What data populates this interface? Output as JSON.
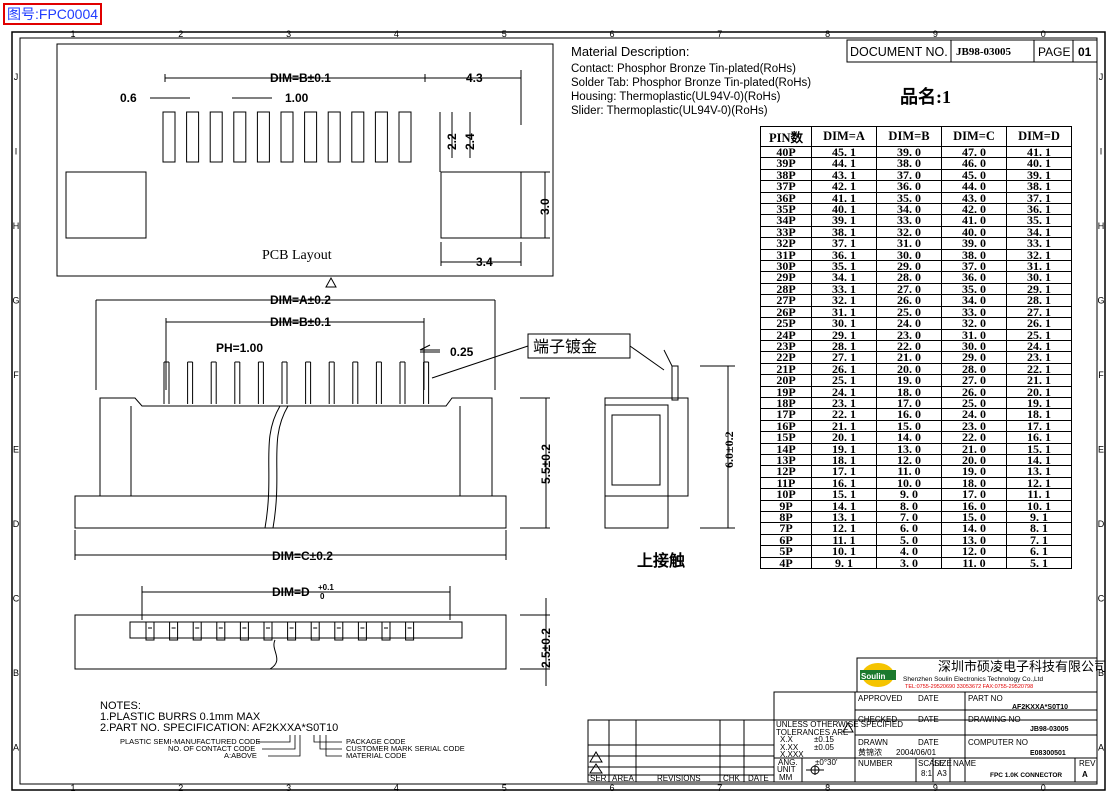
{
  "top_label": "图号:FPC0004",
  "material": {
    "heading": "Material Description:",
    "contact": "Contact: Phosphor Bronze Tin-plated(RoHs)",
    "solder_tab": "Solder Tab: Phosphor Bronze Tin-plated(RoHs)",
    "housing": "Housing: Thermoplastic(UL94V-0)(RoHs)",
    "slider": "Slider: Thermoplastic(UL94V-0)(RoHs)"
  },
  "doc_header": {
    "doc_label": "DOCUMENT NO.",
    "doc_value": "JB98-03005",
    "page_label": "PAGE",
    "page_value": "01"
  },
  "product_name": "品名:1",
  "pcb": {
    "title": "PCB Layout",
    "dim_b": "DIM=B±0.1",
    "dim_43": "4.3",
    "dim_06": "0.6",
    "dim_100": "1.00",
    "dim_22": "2.2",
    "dim_24": "2.4",
    "dim_30": "3.0",
    "dim_34": "3.4"
  },
  "front": {
    "dim_a": "DIM=A±0.2",
    "dim_b": "DIM=B±0.1",
    "ph": "PH=1.00",
    "dim_025": "0.25",
    "dim_55": "5.5±0.2",
    "dim_c": "DIM=C±0.2",
    "callout": "端子镀金"
  },
  "side": {
    "dim_60": "6.0±0.2",
    "label": "上接触"
  },
  "bottom": {
    "dim_d": "DIM=D",
    "tol_plus": "+0.1",
    "tol_minus": "0",
    "dim_25": "2.5±0.2"
  },
  "table": {
    "headers": [
      "PIN数",
      "DIM=A",
      "DIM=B",
      "DIM=C",
      "DIM=D"
    ],
    "rows": [
      [
        "40P",
        "45. 1",
        "39. 0",
        "47. 0",
        "41. 1"
      ],
      [
        "39P",
        "44. 1",
        "38. 0",
        "46. 0",
        "40. 1"
      ],
      [
        "38P",
        "43. 1",
        "37. 0",
        "45. 0",
        "39. 1"
      ],
      [
        "37P",
        "42. 1",
        "36. 0",
        "44. 0",
        "38. 1"
      ],
      [
        "36P",
        "41. 1",
        "35. 0",
        "43. 0",
        "37. 1"
      ],
      [
        "35P",
        "40. 1",
        "34. 0",
        "42. 0",
        "36. 1"
      ],
      [
        "34P",
        "39. 1",
        "33. 0",
        "41. 0",
        "35. 1"
      ],
      [
        "33P",
        "38. 1",
        "32. 0",
        "40. 0",
        "34. 1"
      ],
      [
        "32P",
        "37. 1",
        "31. 0",
        "39. 0",
        "33. 1"
      ],
      [
        "31P",
        "36. 1",
        "30. 0",
        "38. 0",
        "32. 1"
      ],
      [
        "30P",
        "35. 1",
        "29. 0",
        "37. 0",
        "31. 1"
      ],
      [
        "29P",
        "34. 1",
        "28. 0",
        "36. 0",
        "30. 1"
      ],
      [
        "28P",
        "33. 1",
        "27. 0",
        "35. 0",
        "29. 1"
      ],
      [
        "27P",
        "32. 1",
        "26. 0",
        "34. 0",
        "28. 1"
      ],
      [
        "26P",
        "31. 1",
        "25. 0",
        "33. 0",
        "27. 1"
      ],
      [
        "25P",
        "30. 1",
        "24. 0",
        "32. 0",
        "26. 1"
      ],
      [
        "24P",
        "29. 1",
        "23. 0",
        "31. 0",
        "25. 1"
      ],
      [
        "23P",
        "28. 1",
        "22. 0",
        "30. 0",
        "24. 1"
      ],
      [
        "22P",
        "27. 1",
        "21. 0",
        "29. 0",
        "23. 1"
      ],
      [
        "21P",
        "26. 1",
        "20. 0",
        "28. 0",
        "22. 1"
      ],
      [
        "20P",
        "25. 1",
        "19. 0",
        "27. 0",
        "21. 1"
      ],
      [
        "19P",
        "24. 1",
        "18. 0",
        "26. 0",
        "20. 1"
      ],
      [
        "18P",
        "23. 1",
        "17. 0",
        "25. 0",
        "19. 1"
      ],
      [
        "17P",
        "22. 1",
        "16. 0",
        "24. 0",
        "18. 1"
      ],
      [
        "16P",
        "21. 1",
        "15. 0",
        "23. 0",
        "17. 1"
      ],
      [
        "15P",
        "20. 1",
        "14. 0",
        "22. 0",
        "16. 1"
      ],
      [
        "14P",
        "19. 1",
        "13. 0",
        "21. 0",
        "15. 1"
      ],
      [
        "13P",
        "18. 1",
        "12. 0",
        "20. 0",
        "14. 1"
      ],
      [
        "12P",
        "17. 1",
        "11. 0",
        "19. 0",
        "13. 1"
      ],
      [
        "11P",
        "16. 1",
        "10. 0",
        "18. 0",
        "12. 1"
      ],
      [
        "10P",
        "15. 1",
        "9. 0",
        "17. 0",
        "11. 1"
      ],
      [
        "9P",
        "14. 1",
        "8. 0",
        "16. 0",
        "10. 1"
      ],
      [
        "8P",
        "13. 1",
        "7. 0",
        "15. 0",
        "9. 1"
      ],
      [
        "7P",
        "12. 1",
        "6. 0",
        "14. 0",
        "8. 1"
      ],
      [
        "6P",
        "11. 1",
        "5. 0",
        "13. 0",
        "7. 1"
      ],
      [
        "5P",
        "10. 1",
        "4. 0",
        "12. 0",
        "6. 1"
      ],
      [
        "4P",
        "9. 1",
        "3. 0",
        "11. 0",
        "5. 1"
      ]
    ]
  },
  "company": {
    "logo": "Soulin",
    "name_cn": "深圳市硕凌电子科技有限公司",
    "name_en": "Shenzhen Soulin Electronics Technology Co.,Ltd",
    "contact": "TEL:0755-29520690 33053672    FAX:0755-29520798"
  },
  "notes": {
    "title": "NOTES:",
    "n1": "1.PLASTIC BURRS 0.1mm MAX",
    "n2": "2.PART NO. SPECIFICATION: AF2KXXA*S0T10",
    "c1": "PLASTIC SEMI-MANUFACTURED CODE",
    "c2": "NO. OF CONTACT CODE",
    "c3": "A:ABOVE",
    "c4": "PACKAGE CODE",
    "c5": "CUSTOMER MARK SERIAL CODE",
    "c6": "MATERIAL CODE"
  },
  "title_block": {
    "unless": "UNLESS OTHERWISE SPECIFIED",
    "tol": "TOLERANCES ARE",
    "tx": "X.X",
    "tx_v": "±0.15",
    "txx": "X.XX",
    "txx_v": "±0.05",
    "txxx": "X.XXX",
    "ang": "ANG.",
    "ang_v": "±0°30'",
    "unit": "UNIT",
    "unit_v": "MM",
    "approved": "APPROVED",
    "date1": "DATE",
    "checked": "CHECKED",
    "date2": "DATE",
    "drawn": "DRAWN",
    "date3": "DATE",
    "drawn_name": "黄锦浓",
    "drawn_date": "2004/06/01",
    "number": "NUMBER",
    "scale": "SCALE",
    "scale_v": "8:1",
    "size": "SIZE",
    "size_v": "A3",
    "part_no": "PART NO",
    "part_no_v": "AF2KXXA*S0T10",
    "drawing_no": "DRAWING NO",
    "drawing_no_v": "JB98-03005",
    "computer_no": "COMPUTER NO",
    "computer_no_v": "E08300501",
    "name": "NAME",
    "name_v": "FPC 1.0K CONNECTOR",
    "rev": "REV",
    "rev_v": "A",
    "ser": "SER",
    "area": "AREA",
    "revisions": "REVISIONS",
    "chk": "CHK",
    "date4": "DATE"
  },
  "grid": {
    "cols": [
      "1",
      "2",
      "3",
      "4",
      "5",
      "6",
      "7",
      "8",
      "9",
      "0"
    ],
    "rows": [
      "J",
      "I",
      "H",
      "G",
      "F",
      "E",
      "D",
      "C",
      "B",
      "A"
    ]
  }
}
